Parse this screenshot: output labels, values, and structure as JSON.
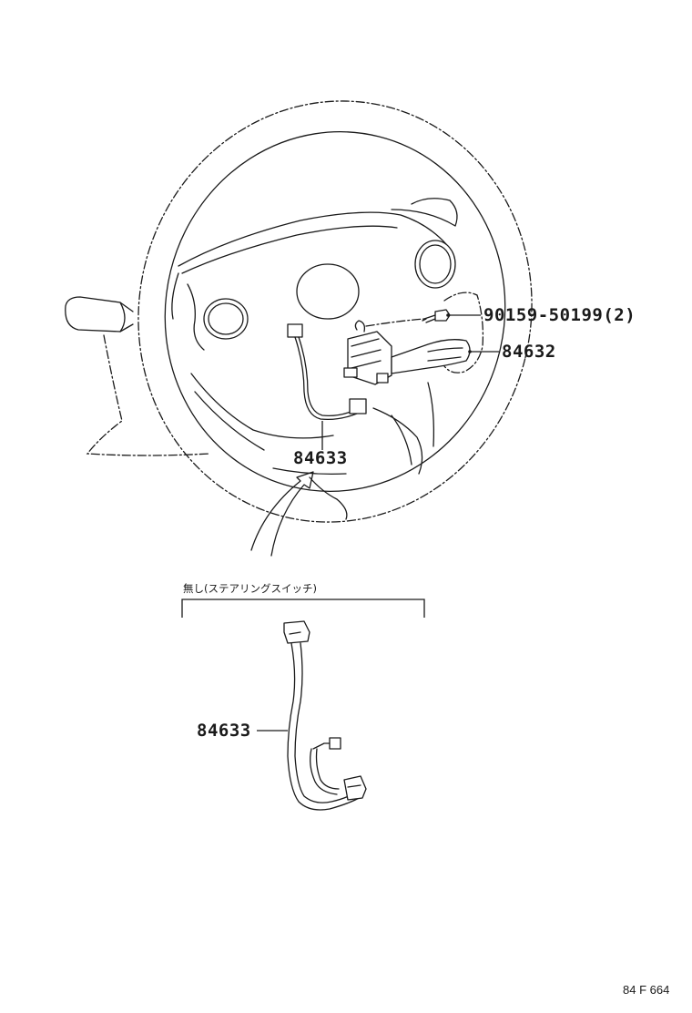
{
  "callouts": {
    "bolt": "90159-50199(2)",
    "switch": "84632",
    "harness_upper": "84633",
    "harness_lower": "84633"
  },
  "variant_note": "無し(ステアリングスイッチ)",
  "diagram_code": "84 F 664"
}
